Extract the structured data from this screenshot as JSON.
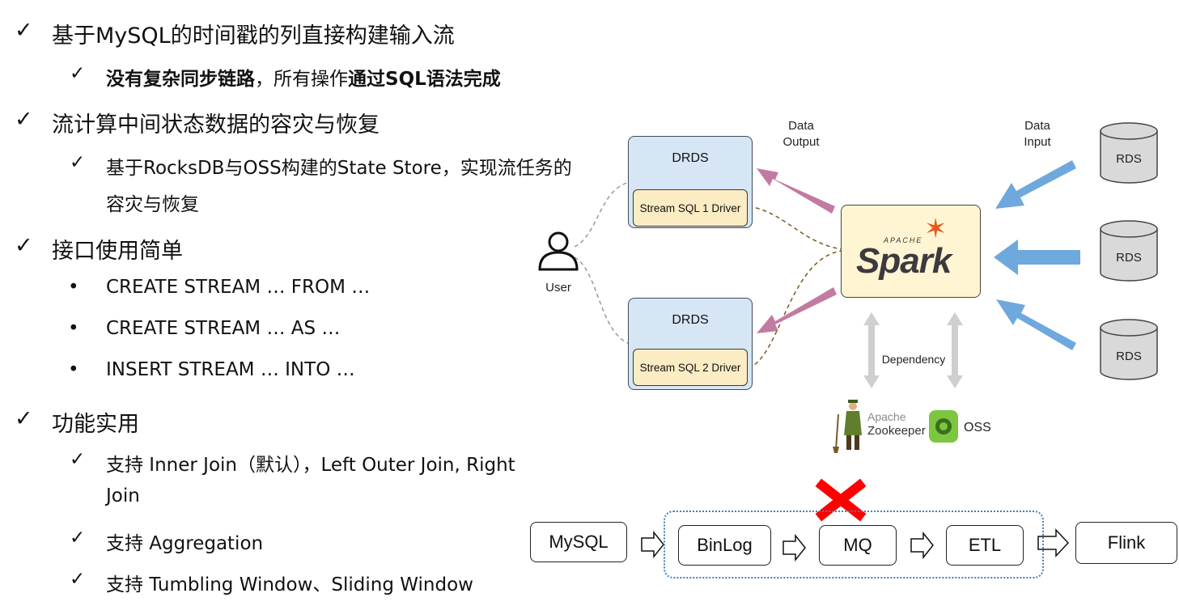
{
  "bullets": {
    "b1": "基于MySQL的时间戳的列直接构建输入流",
    "b1_1_bold1": "没有复杂同步链路",
    "b1_1_plain": "，所有操作",
    "b1_1_bold2": "通过SQL语法完成",
    "b2": "流计算中间状态数据的容灾与恢复",
    "b2_1_line1": "基于RocksDB与OSS构建的State Store，实现流任务的",
    "b2_1_line2": "容灾与恢复",
    "b3": "接口使用简单",
    "b3_items": [
      "CREATE STREAM … FROM …",
      "CREATE STREAM … AS …",
      "INSERT STREAM … INTO …"
    ],
    "b4": "功能实用",
    "b4_1_line1": "支持 Inner  Join（默认），Left Outer Join, Right",
    "b4_1_line2": "Join",
    "b4_2": "支持 Aggregation",
    "b4_3": "支持 Tumbling Window、Sliding Window"
  },
  "marks": {
    "check": "✓",
    "dot": "•"
  },
  "diagram": {
    "user_label": "User",
    "drds1_title": "DRDS",
    "drds1_driver": "Stream SQL 1 Driver",
    "drds2_title": "DRDS",
    "drds2_driver": "Stream SQL 2 Driver",
    "data_output_line1": "Data",
    "data_output_line2": "Output",
    "data_input_line1": "Data",
    "data_input_line2": "Input",
    "spark_small": "APACHE",
    "spark_big": "Spark",
    "rds": [
      "RDS",
      "RDS",
      "RDS"
    ],
    "dependency_label": "Dependency",
    "zookeeper_line1": "Apache",
    "zookeeper_line2": "Zookeeper",
    "oss_label": "OSS",
    "colors": {
      "output_arrow": "#c27ba0",
      "input_arrow": "#6fa8dc",
      "spark_orange": "#e25a1c",
      "oss_green": "#7dc63f",
      "removed_x": "#ff0000"
    }
  },
  "flow": {
    "nodes": [
      "MySQL",
      "BinLog",
      "MQ",
      "ETL",
      "Flink"
    ]
  }
}
